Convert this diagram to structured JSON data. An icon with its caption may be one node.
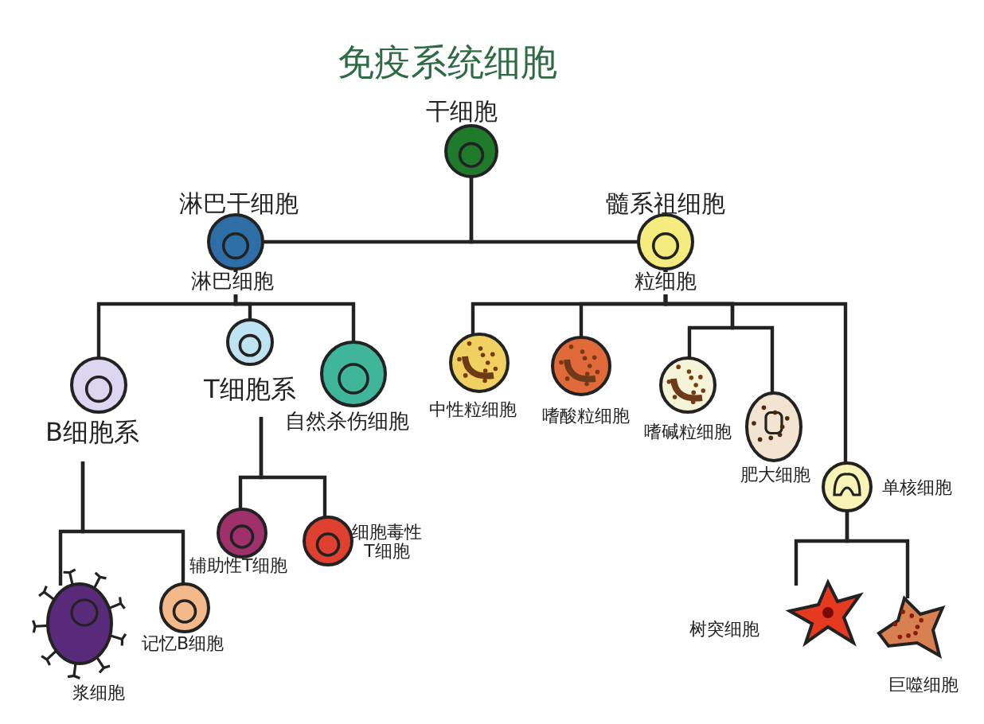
{
  "diagram": {
    "title": "免疫系统细胞",
    "nodes": [
      {
        "text": [
          "干细胞"
        ]
      },
      {
        "text": [
          "淋巴干细胞"
        ]
      },
      {
        "text": [
          "髓系祖细胞"
        ]
      },
      {
        "text": [
          "B细胞系"
        ]
      },
      {
        "text": [
          "T细胞系"
        ]
      },
      {
        "text": [
          "自然杀伤细胞"
        ]
      },
      {
        "text": [
          "浆细胞"
        ]
      },
      {
        "text": [
          "记忆B细胞"
        ]
      },
      {
        "text": [
          "辅助性T细胞"
        ]
      },
      {
        "text": [
          "细胞毒性T细胞"
        ]
      },
      {
        "text": [
          "中性粒细胞"
        ]
      },
      {
        "text": [
          "嗜酸粒细胞"
        ]
      },
      {
        "text": [
          "嗜碱粒细胞"
        ]
      },
      {
        "text": [
          "肥大细胞"
        ]
      },
      {
        "text": [
          "单核细胞"
        ]
      },
      {
        "text": [
          "树突细胞"
        ]
      },
      {
        "text": [
          "巨噬细胞"
        ]
      }
    ],
    "edges": [
      {
        "from": 0,
        "to": 1,
        "arrow": "none"
      },
      {
        "from": 0,
        "to": 2,
        "arrow": "none"
      },
      {
        "from": 1,
        "to": 3,
        "arrow": "none"
      },
      {
        "from": 1,
        "to": 4,
        "arrow": "none"
      },
      {
        "from": 1,
        "to": 5,
        "arrow": "none"
      },
      {
        "from": 2,
        "to": 10,
        "arrow": "none"
      },
      {
        "from": 2,
        "to": 11,
        "arrow": "none"
      },
      {
        "from": 2,
        "to": 12,
        "arrow": "none"
      },
      {
        "from": 2,
        "to": 13,
        "arrow": "none"
      },
      {
        "from": 2,
        "to": 14,
        "arrow": "none"
      },
      {
        "from": 3,
        "to": 6,
        "arrow": "none"
      },
      {
        "from": 3,
        "to": 7,
        "arrow": "none"
      },
      {
        "from": 4,
        "to": 8,
        "arrow": "none"
      },
      {
        "from": 4,
        "to": 9,
        "arrow": "none"
      },
      {
        "from": 14,
        "to": 15,
        "arrow": "none"
      },
      {
        "from": 14,
        "to": 16,
        "arrow": "none"
      }
    ],
    "labels": [
      "淋巴细胞",
      "粒细胞"
    ]
  }
}
